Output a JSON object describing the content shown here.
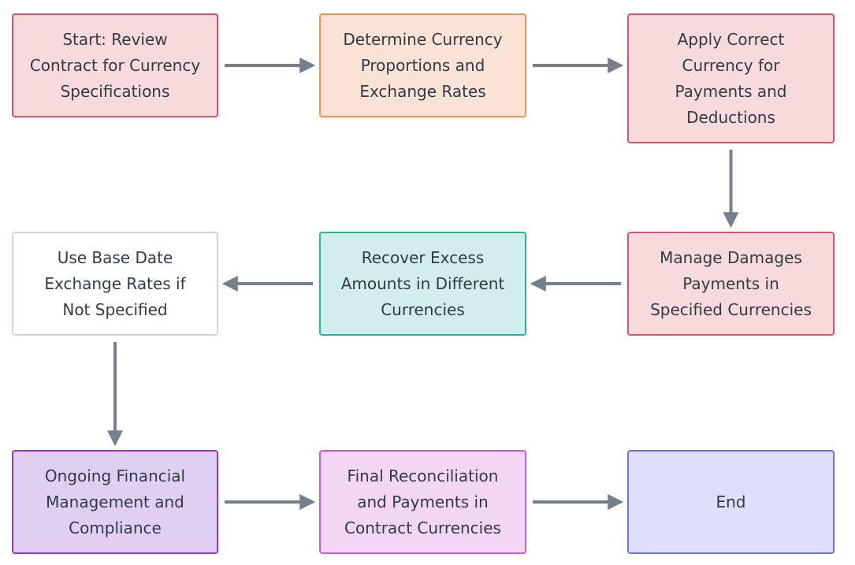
{
  "colors": {
    "edge": "#74808d",
    "text": "#2f3b45"
  },
  "nodes": [
    {
      "id": "n1",
      "label": "Start: Review\nContract for Currency\nSpecifications",
      "color": "red"
    },
    {
      "id": "n2",
      "label": "Determine Currency\nProportions and\nExchange Rates",
      "color": "orange"
    },
    {
      "id": "n3",
      "label": "Apply Correct\nCurrency for\nPayments and\nDeductions",
      "color": "red"
    },
    {
      "id": "n4",
      "label": "Manage Damages\nPayments in\nSpecified Currencies",
      "color": "red"
    },
    {
      "id": "n5",
      "label": "Recover Excess\nAmounts in Different\nCurrencies",
      "color": "teal"
    },
    {
      "id": "n6",
      "label": "Use Base Date\nExchange Rates if\nNot Specified",
      "color": "white"
    },
    {
      "id": "n7",
      "label": "Ongoing Financial\nManagement and\nCompliance",
      "color": "purple"
    },
    {
      "id": "n8",
      "label": "Final Reconciliation\nand Payments in\nContract Currencies",
      "color": "pink"
    },
    {
      "id": "n9",
      "label": "End",
      "color": "blue"
    }
  ],
  "edges": [
    {
      "from": "n1",
      "to": "n2"
    },
    {
      "from": "n2",
      "to": "n3"
    },
    {
      "from": "n3",
      "to": "n4"
    },
    {
      "from": "n4",
      "to": "n5"
    },
    {
      "from": "n5",
      "to": "n6"
    },
    {
      "from": "n6",
      "to": "n7"
    },
    {
      "from": "n7",
      "to": "n8"
    },
    {
      "from": "n8",
      "to": "n9"
    }
  ]
}
